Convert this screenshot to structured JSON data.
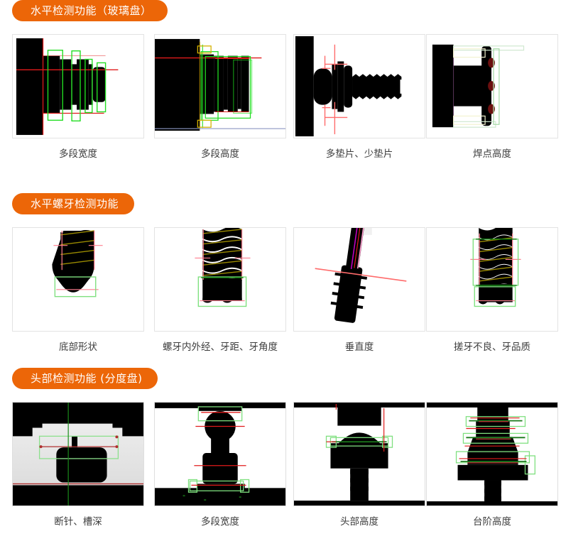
{
  "page": {
    "background": "#ffffff",
    "accent": "#ec6608",
    "text_color": "#3d3d3d"
  },
  "sections": [
    {
      "id": "horizontal-inspection",
      "badge": "水平检测功能（玻璃盘）",
      "items": [
        {
          "caption": "多段宽度",
          "image": "multi-step-width-measurement"
        },
        {
          "caption": "多段高度",
          "image": "multi-step-height-measurement"
        },
        {
          "caption": "多垫片、少垫片",
          "image": "washer-count-inspection"
        },
        {
          "caption": "焊点高度",
          "image": "weld-point-height-measurement"
        }
      ]
    },
    {
      "id": "horizontal-thread-inspection",
      "badge": "水平螺牙检测功能",
      "items": [
        {
          "caption": "底部形状",
          "image": "bottom-shape-inspection"
        },
        {
          "caption": "螺牙内外经、牙距、牙角度",
          "image": "thread-diameter-pitch-angle"
        },
        {
          "caption": "垂直度",
          "image": "perpendicularity-inspection"
        },
        {
          "caption": "搓牙不良、牙品质",
          "image": "thread-rolling-defect-quality"
        }
      ]
    },
    {
      "id": "head-inspection",
      "badge": "头部检测功能 (分度盘)",
      "items": [
        {
          "caption": "断针、槽深",
          "image": "broken-pin-groove-depth"
        },
        {
          "caption": "多段宽度",
          "image": "multi-step-width-head"
        },
        {
          "caption": "头部高度",
          "image": "head-height-measurement"
        },
        {
          "caption": "台阶高度",
          "image": "step-height-measurement"
        }
      ]
    }
  ]
}
